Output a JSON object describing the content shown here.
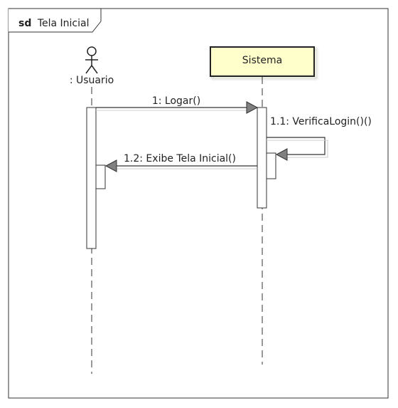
{
  "frame": {
    "keyword": "sd",
    "name": "Tela Inicial"
  },
  "lifelines": {
    "usuario": {
      "label": ": Usuario"
    },
    "sistema": {
      "label": "Sistema"
    }
  },
  "messages": {
    "m1": {
      "label": "1: Logar()"
    },
    "m11": {
      "label": "1.1: VerificaLogin()()"
    },
    "m12": {
      "label": "1.2: Exibe Tela Inicial()"
    }
  },
  "colors": {
    "sistema_box_fill": "#ffffcc",
    "line": "#333333",
    "arrowhead": "#808080"
  }
}
